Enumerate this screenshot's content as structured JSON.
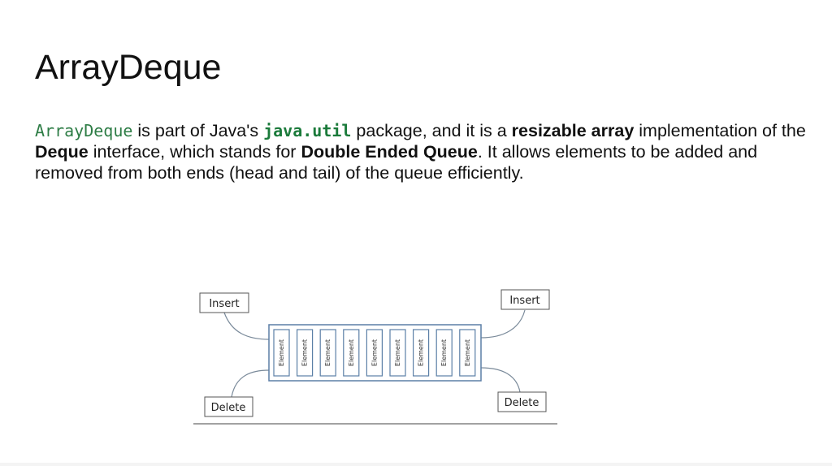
{
  "slide": {
    "title": "ArrayDeque"
  },
  "paragraph": {
    "code_class": "ArrayDeque",
    "t1": " is part of Java's ",
    "code_pkg": "java.util",
    "t2": " package, and it is a ",
    "b1": "resizable array",
    "t3": " implementation of the ",
    "b2": "Deque",
    "t4": " interface, which stands for ",
    "b3": "Double Ended Queue",
    "t5": ". It allows elements to be added and removed from both ends (head and tail) of the queue efficiently."
  },
  "diagram": {
    "insert_left": "Insert",
    "insert_right": "Insert",
    "delete_left": "Delete",
    "delete_right": "Delete",
    "element_labels": [
      "Element",
      "Element",
      "Element",
      "Element",
      "Element",
      "Element",
      "Element",
      "Element",
      "Element"
    ]
  }
}
